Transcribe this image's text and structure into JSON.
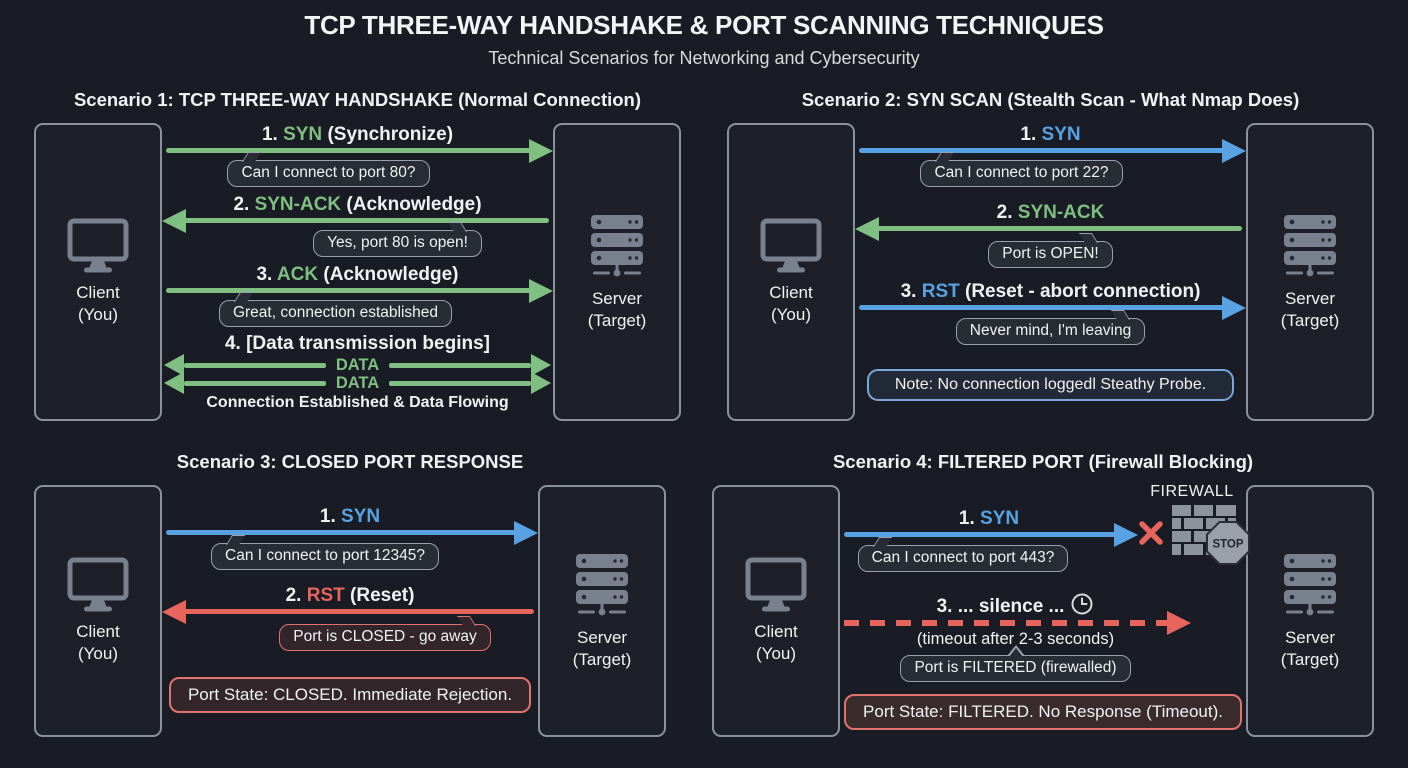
{
  "colors": {
    "bg": "#191c24",
    "text": "#f1f2f4",
    "muted": "#d8dade",
    "green": "#7fbf82",
    "blue": "#58a2e4",
    "red": "#e8655e",
    "icon": "#79818e",
    "panel-border": "#8b919c",
    "bubble-border": "#9aa1ac",
    "bubble-bg": "#272c35",
    "note-border": "#7aa6d8",
    "alert-border": "#e0736d",
    "alert-bg": "#33262a"
  },
  "header": {
    "title": "TCP THREE-WAY HANDSHAKE & PORT SCANNING TECHNIQUES",
    "subtitle": "Technical Scenarios for Networking and Cybersecurity"
  },
  "endpoints": {
    "client_line1": "Client",
    "client_line2": "(You)",
    "server_line1": "Server",
    "server_line2": "(Target)"
  },
  "scenarios": {
    "s1": {
      "title": "Scenario 1: TCP THREE-WAY HANDSHAKE (Normal Connection)",
      "step1_pre": "1.",
      "step1_key": "SYN",
      "step1_post": "(Synchronize)",
      "bubble1": "Can I connect to port 80?",
      "step2_pre": "2.",
      "step2_key": "SYN-ACK",
      "step2_post": "(Acknowledge)",
      "bubble2": "Yes, port 80 is open!",
      "step3_pre": "3.",
      "step3_key": "ACK",
      "step3_post": "(Acknowledge)",
      "bubble3": "Great, connection established",
      "step4": "4. [Data transmission begins]",
      "data_label": "DATA",
      "footer": "Connection Established & Data Flowing"
    },
    "s2": {
      "title": "Scenario 2: SYN SCAN (Stealth Scan - What Nmap Does)",
      "step1_pre": "1.",
      "step1_key": "SYN",
      "bubble1": "Can I connect to port 22?",
      "step2_pre": "2.",
      "step2_key": "SYN-ACK",
      "bubble2": "Port is OPEN!",
      "step3_pre": "3.",
      "step3_key": "RST",
      "step3_post": "(Reset - abort connection)",
      "bubble3": "Never mind, I'm leaving",
      "note": "Note: No connection loggedl Steathy Probe."
    },
    "s3": {
      "title": "Scenario 3: CLOSED PORT RESPONSE",
      "step1_pre": "1.",
      "step1_key": "SYN",
      "bubble1": "Can I connect to port 12345?",
      "step2_pre": "2.",
      "step2_key": "RST",
      "step2_post": "(Reset)",
      "bubble2": "Port is CLOSED - go away",
      "status": "Port State: CLOSED. Immediate Rejection."
    },
    "s4": {
      "title": "Scenario 4: FILTERED PORT (Firewall Blocking)",
      "firewall_label": "FIREWALL",
      "stop_label": "STOP",
      "step1_pre": "1.",
      "step1_key": "SYN",
      "bubble1": "Can I connect to port 443?",
      "step2": "3. ... silence ...",
      "timeout": "(timeout after 2-3 seconds)",
      "bubble2": "Port is FILTERED (firewalled)",
      "status": "Port State: FILTERED. No Response (Timeout)."
    }
  }
}
